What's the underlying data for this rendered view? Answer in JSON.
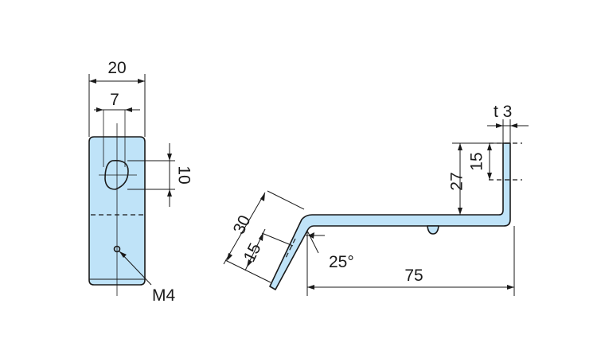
{
  "front_view": {
    "width_label": "20",
    "slot_offset_label": "7",
    "slot_height_label": "10",
    "hole_label": "M4"
  },
  "side_view": {
    "thickness_label": "t 3",
    "upper_slot_label": "15",
    "upper_height_label": "27",
    "length_label": "75",
    "angle_label": "25°",
    "arm_length_label": "30",
    "arm_slot_label": "15"
  },
  "colors": {
    "part_fill": "#bfe3f8",
    "line": "#1a1a1a"
  }
}
